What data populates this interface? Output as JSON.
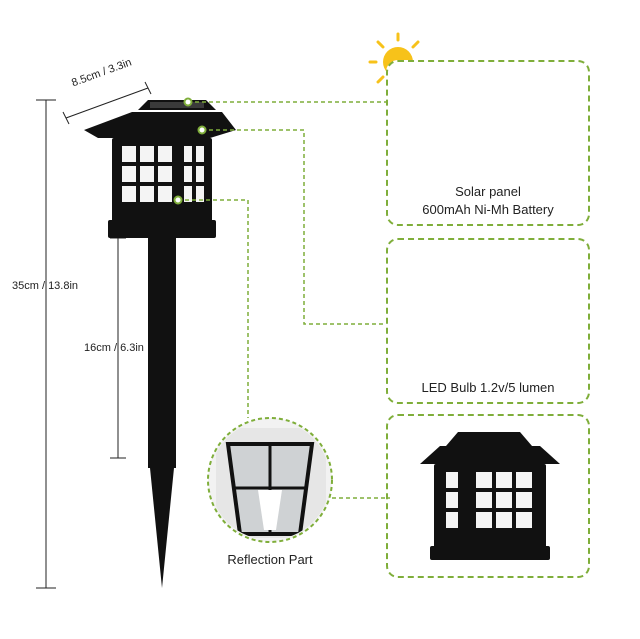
{
  "dimensions": {
    "width_label": "8.5cm / 3.3in",
    "total_height_label": "35cm / 13.8in",
    "stake_height_label": "16cm / 6.3in"
  },
  "panels": {
    "solar": {
      "line1": "Solar panel",
      "line2": "600mAh Ni-Mh Battery"
    },
    "led": {
      "label": "LED Bulb 1.2v/5 lumen"
    },
    "reflection": {
      "label": "Reflection Part"
    }
  },
  "colors": {
    "accent_green": "#7fae3a",
    "lamp_black": "#111111",
    "sun_yellow": "#f7c21a",
    "arrow_orange": "#f5a623",
    "window_glow": "#ffffff"
  }
}
